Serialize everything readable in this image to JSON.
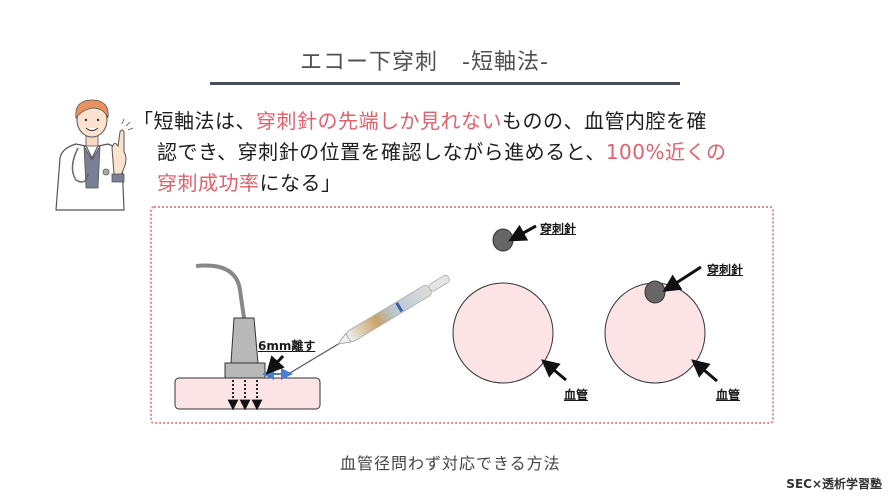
{
  "slide": {
    "title": "エコー下穿刺",
    "subtitle": "-短軸法-"
  },
  "quote": {
    "lines": [
      [
        {
          "text": "「短軸法は、",
          "highlight": false
        },
        {
          "text": "穿刺針の先端しか見れない",
          "highlight": true
        },
        {
          "text": "ものの、血管内腔を確",
          "highlight": false
        }
      ],
      [
        {
          "text": "認でき、穿刺針の位置を確認しながら進めると、",
          "highlight": false
        },
        {
          "text": "100%近くの",
          "highlight": true
        }
      ],
      [
        {
          "text": "穿刺成功率",
          "highlight": true
        },
        {
          "text": "になる」",
          "highlight": false
        }
      ]
    ]
  },
  "figure": {
    "probe_label": "6mm離す",
    "needle_label_1": "穿刺針",
    "vessel_label_1": "血管",
    "needle_label_2": "穿刺針",
    "vessel_label_2": "血管"
  },
  "caption": "血管径問わず対応できる方法",
  "footer": "SEC×透析学習塾",
  "colors": {
    "highlight": "#e0606b",
    "vessel_fill": "#fbe3e6",
    "needle_tip": "#666666",
    "frame_border": "#e58a8a",
    "distance_arrow": "#4a7fd0"
  },
  "icons": [
    "doctor-illustration",
    "ultrasound-probe",
    "syringe-needle",
    "arrow-icon"
  ]
}
